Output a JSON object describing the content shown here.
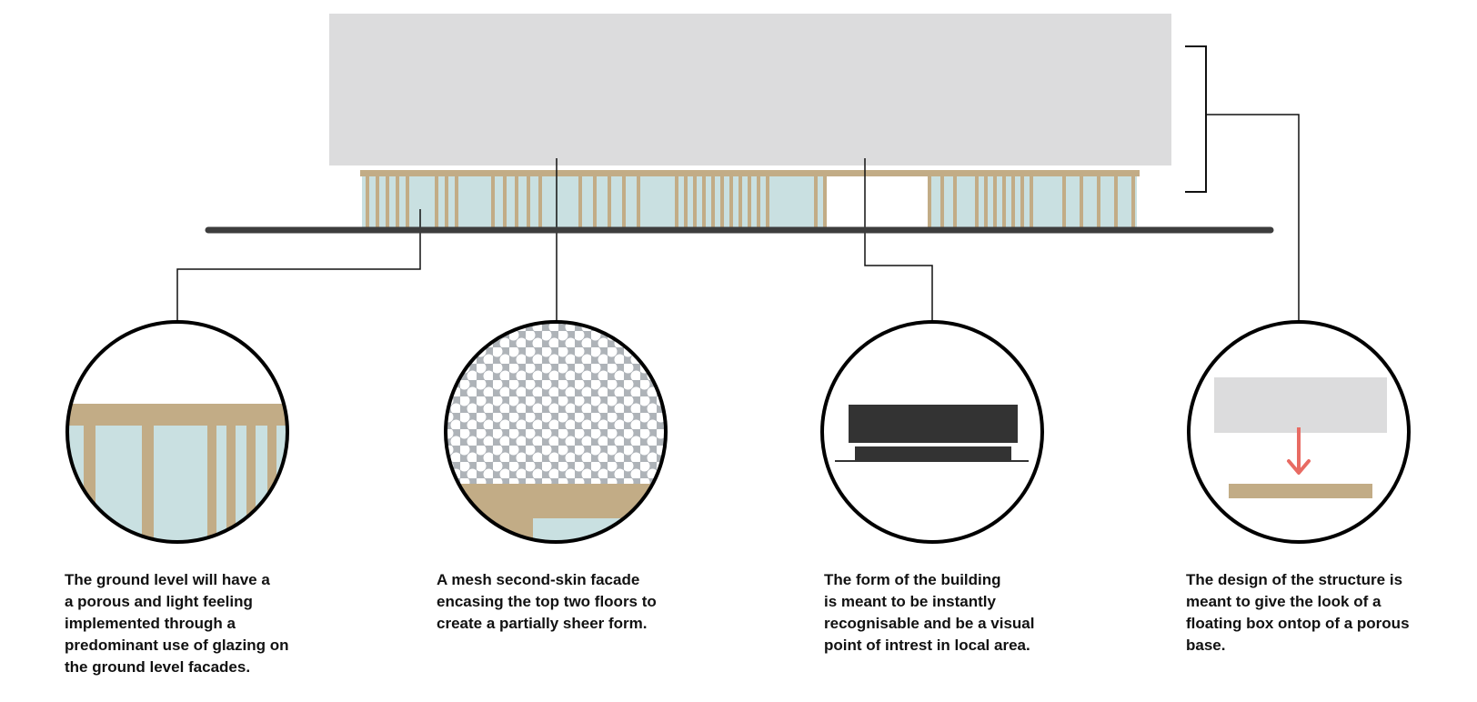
{
  "colors": {
    "upper_box": "#dcdcdd",
    "timber": "#c2ac86",
    "glazing": "#c9e0e1",
    "ground_line": "#3d3d3d",
    "leader_line": "#111111",
    "mesh_background": "#aeb3b8",
    "mesh_hole": "#ffffff",
    "form_block": "#333333",
    "arrow": "#e86b63",
    "caption_text": "#111111"
  },
  "icons": {
    "detail_1": "glazing-detail-icon",
    "detail_2": "mesh-facade-detail-icon",
    "detail_3": "building-form-icon",
    "detail_4": "floating-box-icon"
  },
  "captions": [
    {
      "id": "ground-level",
      "text": "The ground level will have a\na porous and light feeling\nimplemented through a\npredominant use of glazing on\nthe ground level facades."
    },
    {
      "id": "mesh-facade",
      "text": "A mesh second-skin facade\nencasing the top two floors to\ncreate a partially sheer form."
    },
    {
      "id": "building-form",
      "text": "The form of the building\nis meant to be instantly\nrecognisable and be a visual\npoint of intrest in local area."
    },
    {
      "id": "floating-box",
      "text": "The design of the structure is\nmeant to give the look of a\nfloating box ontop of a porous\nbase."
    }
  ]
}
